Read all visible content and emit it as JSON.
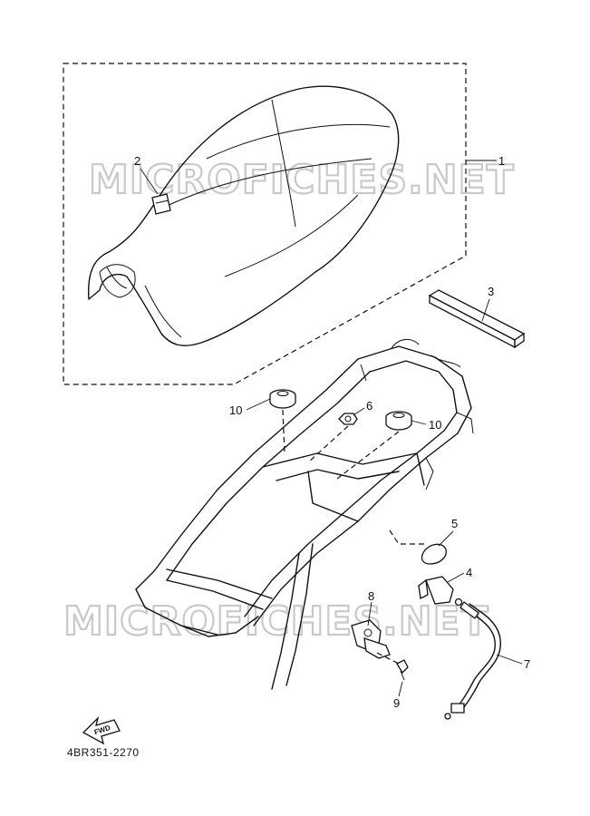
{
  "watermark": "MICROFICHES.NET",
  "diagram_code": "4BR351-2270",
  "fwd_label": "FWD",
  "callouts": {
    "c1": "1",
    "c2": "2",
    "c3": "3",
    "c4": "4",
    "c5": "5",
    "c6": "6",
    "c7": "7",
    "c8": "8",
    "c9": "9",
    "c10a": "10",
    "c10b": "10"
  }
}
